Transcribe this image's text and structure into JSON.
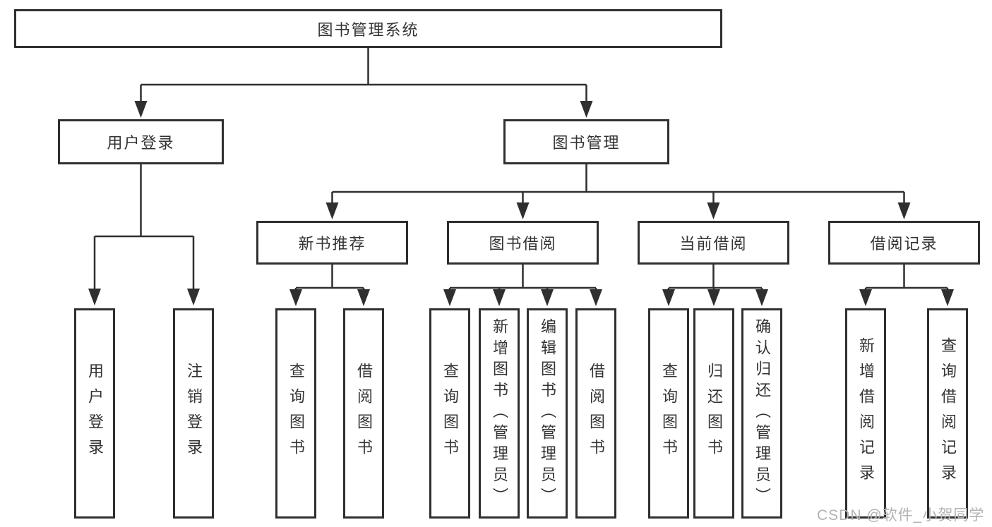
{
  "diagram": {
    "title": "图书管理系统",
    "level2": {
      "user_login": "用户登录",
      "book_management": "图书管理"
    },
    "level3": {
      "new_book_recommend": "新书推荐",
      "book_borrow": "图书借阅",
      "current_borrow": "当前借阅",
      "borrow_records": "借阅记录"
    },
    "leaves": {
      "login": [
        "用户登录",
        "注销登录"
      ],
      "recommend": [
        "查询图书",
        "借阅图书"
      ],
      "borrow": [
        "查询图书",
        "新增图书（管理员）",
        "编辑图书（管理员）",
        "借阅图书"
      ],
      "current": [
        "查询图书",
        "归还图书",
        "确认归还（管理员）"
      ],
      "records": [
        "新增借阅记录",
        "查询借阅记录"
      ]
    }
  },
  "watermark": "CSDN @软件_小贺同学",
  "colors": {
    "line": "#2f2f2f",
    "text": "#333333",
    "background": "#ffffff",
    "watermark": "#b3b3b3"
  }
}
